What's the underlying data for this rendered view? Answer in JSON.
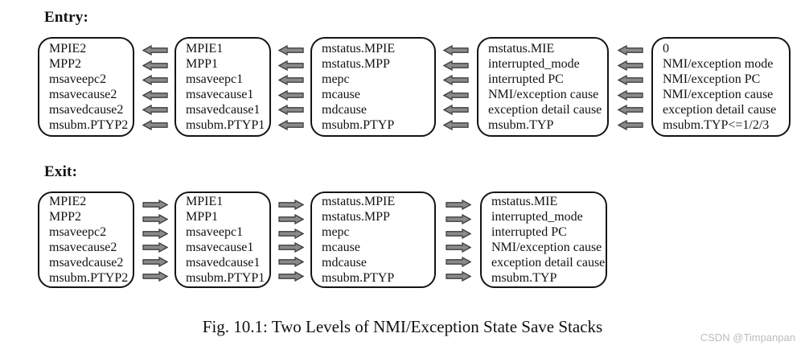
{
  "caption": "Fig. 10.1: Two Levels of NMI/Exception State Save Stacks",
  "watermark": "CSDN @Timpanpan",
  "colors": {
    "arrow_fill": "#8a8a8a",
    "arrow_outline": "#3d3d3d",
    "box_border": "#141414",
    "background": "#ffffff",
    "watermark_text": "#b8bcc0"
  },
  "entry": {
    "label": "Entry:",
    "arrow_direction": "left",
    "arrows_per_gap": 6,
    "boxes": [
      {
        "lines": [
          "MPIE2",
          "MPP2",
          "msaveepc2",
          "msavecause2",
          "msavedcause2",
          "msubm.PTYP2"
        ]
      },
      {
        "lines": [
          "MPIE1",
          "MPP1",
          "msaveepc1",
          "msavecause1",
          "msavedcause1",
          "msubm.PTYP1"
        ]
      },
      {
        "lines": [
          "mstatus.MPIE",
          "mstatus.MPP",
          "mepc",
          "mcause",
          "mdcause",
          "msubm.PTYP"
        ]
      },
      {
        "lines": [
          "mstatus.MIE",
          "interrupted_mode",
          "interrupted PC",
          "NMI/exception cause",
          "exception detail cause",
          "msubm.TYP"
        ]
      },
      {
        "lines": [
          "0",
          "NMI/exception mode",
          "NMI/exception PC",
          "NMI/exception cause",
          "exception detail cause",
          "msubm.TYP<=1/2/3"
        ]
      }
    ]
  },
  "exit": {
    "label": "Exit:",
    "arrow_direction": "right",
    "arrows_per_gap": 6,
    "boxes": [
      {
        "lines": [
          "MPIE2",
          "MPP2",
          "msaveepc2",
          "msavecause2",
          "msavedcause2",
          "msubm.PTYP2"
        ]
      },
      {
        "lines": [
          "MPIE1",
          "MPP1",
          "msaveepc1",
          "msavecause1",
          "msavedcause1",
          "msubm.PTYP1"
        ]
      },
      {
        "lines": [
          "mstatus.MPIE",
          "mstatus.MPP",
          "mepc",
          "mcause",
          "mdcause",
          "msubm.PTYP"
        ]
      },
      {
        "lines": [
          "mstatus.MIE",
          "interrupted_mode",
          "interrupted PC",
          "NMI/exception cause",
          "exception detail cause",
          "msubm.TYP"
        ]
      }
    ]
  }
}
